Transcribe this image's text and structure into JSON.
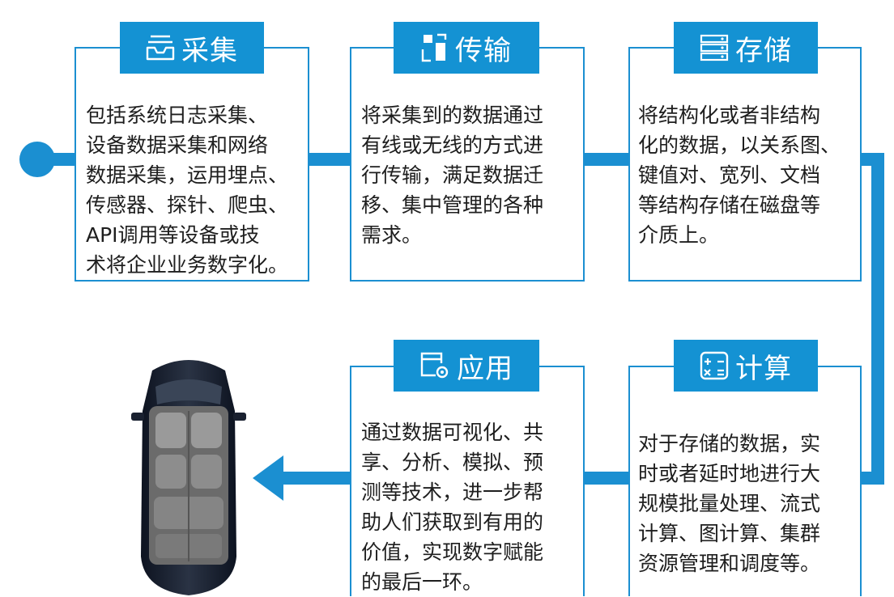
{
  "steps": {
    "collect": {
      "title": "采集",
      "icon": "inbox-tray-icon",
      "lines": [
        "包括系统日志采集、",
        "设备数据采集和网络",
        "数据采集，运用埋点、",
        "传感器、探针、爬虫、",
        "API调用等设备或技",
        "术将企业业务数字化。"
      ]
    },
    "transfer": {
      "title": "传输",
      "icon": "file-transfer-icon",
      "lines": [
        "将采集到的数据通过",
        "有线或无线的方式进",
        "行传输，满足数据迁",
        "移、集中管理的各种",
        "需求。"
      ]
    },
    "storage": {
      "title": "存储",
      "icon": "server-rack-icon",
      "lines": [
        "将结构化或者非结构",
        "化的数据，以关系图、",
        "键值对、宽列、文档",
        "等结构存储在磁盘等",
        "介质上。"
      ]
    },
    "compute": {
      "title": "计算",
      "icon": "calculator-icon",
      "lines": [
        "对于存储的数据，实",
        "时或者延时地进行大",
        "规模批量处理、流式",
        "计算、图计算、集群",
        "资源管理和调度等。"
      ]
    },
    "apply": {
      "title": "应用",
      "icon": "app-settings-icon",
      "lines": [
        "通过数据可视化、共",
        "享、分析、模拟、预",
        "测等技术，进一步帮",
        "助人们获取到有用的",
        "价值，实现数字赋能",
        "的最后一环。"
      ]
    }
  },
  "colors": {
    "accent": "#1492d3",
    "border": "#1b8fd1"
  }
}
